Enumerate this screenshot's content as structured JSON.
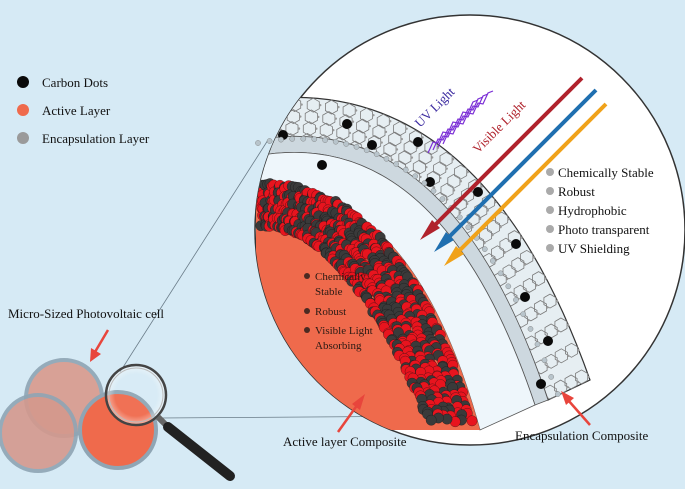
{
  "legend": {
    "items": [
      {
        "label": "Carbon Dots",
        "color": "#0a0a0a"
      },
      {
        "label": "Active Layer",
        "color": "#ef6a4c"
      },
      {
        "label": "Encapsulation Layer",
        "color": "#9a9a9a"
      }
    ]
  },
  "light": {
    "uv_label": "UV Light",
    "visible_label": "Visible Light",
    "colors": {
      "uv": "#7b2fd6",
      "red": "#b0222c",
      "blue": "#1f6fb0",
      "orange": "#f0a21a"
    }
  },
  "encapsulation_props": [
    "Chemically Stable",
    "Robust",
    "Hydrophobic",
    "Photo transparent",
    "UV Shielding"
  ],
  "active_props": [
    {
      "lines": [
        "Chemically",
        "Stable"
      ]
    },
    {
      "lines": [
        "Robust"
      ]
    },
    {
      "lines": [
        "Visible Light",
        "Absorbing"
      ]
    }
  ],
  "labels": {
    "micro_cell": "Micro-Sized Photovoltaic cell",
    "active_composite": "Active layer Composite",
    "encapsulation_composite": "Encapsulation Composite"
  },
  "colors": {
    "background": "#d6eaf5",
    "active": "#ef6a4c",
    "inner_band": "#eef6fb",
    "encap_band": "#cdd8df",
    "particle_red": "#e8141e",
    "particle_dark": "#3a3a3a",
    "pointer": "#e8453c"
  }
}
